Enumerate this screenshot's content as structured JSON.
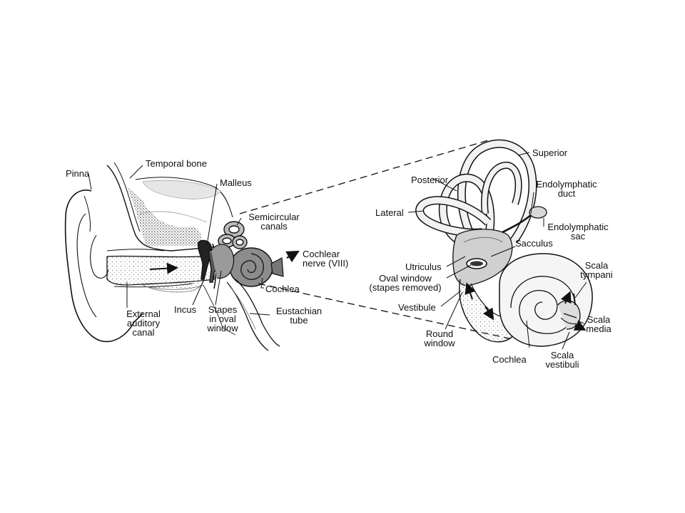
{
  "labels": {
    "pinna": "Pinna",
    "temporal_bone": "Temporal bone",
    "malleus": "Malleus",
    "semicircular_canals": [
      "Semicircular",
      "canals"
    ],
    "cochlear_nerve": [
      "Cochlear",
      "nerve (VIII)"
    ],
    "cochlea_left": "Cochlea",
    "eustachian_tube": [
      "Eustachian",
      "tube"
    ],
    "incus": "Incus",
    "stapes": [
      "Stapes",
      "in oval",
      "window"
    ],
    "external_canal": [
      "External",
      "auditory",
      "canal"
    ],
    "superior": "Superior",
    "posterior": "Posterior",
    "lateral": "Lateral",
    "endolymphatic_duct": [
      "Endolymphatic",
      "duct"
    ],
    "endolymphatic_sac": [
      "Endolymphatic",
      "sac"
    ],
    "sacculus": "Sacculus",
    "utriculus": "Utriculus",
    "oval_window": [
      "Oval window",
      "(stapes removed)"
    ],
    "vestibule": "Vestibule",
    "round_window": [
      "Round",
      "window"
    ],
    "cochlea_right": "Cochlea",
    "scala_tympani": [
      "Scala",
      "tympani"
    ],
    "scala_media": [
      "Scala",
      "media"
    ],
    "scala_vestibuli": [
      "Scala",
      "vestibuli"
    ]
  },
  "colors": {
    "ink": "#111111",
    "stipple": "#9a9a9a",
    "bone": "#d6d6d6",
    "cochlea_fill": "#8c8c8c",
    "background": "#ffffff"
  }
}
